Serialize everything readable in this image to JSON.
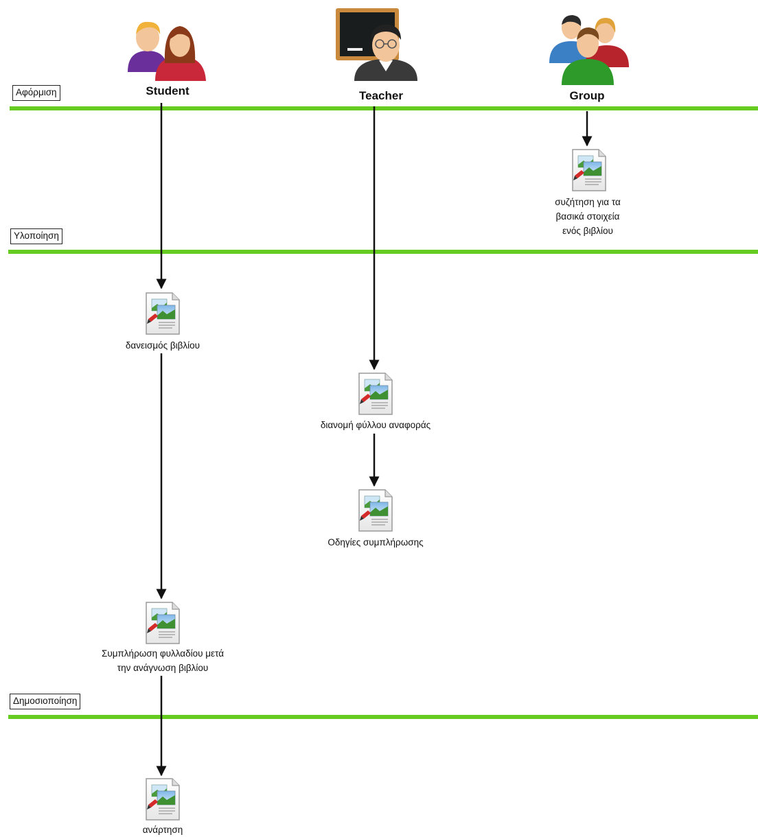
{
  "phases": [
    {
      "id": "phase-aform",
      "label": "Αφόρμιση"
    },
    {
      "id": "phase-ylop",
      "label": "Υλοποίηση"
    },
    {
      "id": "phase-dimos",
      "label": "Δημοσιοποίηση"
    }
  ],
  "actors": [
    {
      "id": "student",
      "label": "Student",
      "icon": "two-students-icon"
    },
    {
      "id": "teacher",
      "label": "Teacher",
      "icon": "teacher-blackboard-icon"
    },
    {
      "id": "group",
      "label": "Group",
      "icon": "group-people-icon"
    }
  ],
  "activities": [
    {
      "id": "act-discussion",
      "actor": "group",
      "lines": [
        "συζήτηση για τα",
        "βασικά στοιχεία",
        "ενός βιβλίου"
      ],
      "icon": "document-image-icon"
    },
    {
      "id": "act-borrow",
      "actor": "student",
      "lines": [
        "δανεισμός βιβλίου"
      ],
      "icon": "document-image-icon"
    },
    {
      "id": "act-distribute",
      "actor": "teacher",
      "lines": [
        "διανομή φύλλου αναφοράς"
      ],
      "icon": "document-image-icon"
    },
    {
      "id": "act-instructions",
      "actor": "teacher",
      "lines": [
        "Οδηγίες συμπλήρωσης"
      ],
      "icon": "document-image-icon"
    },
    {
      "id": "act-complete",
      "actor": "student",
      "lines": [
        "Συμπλήρωση φυλλαδίου μετά",
        "την ανάγνωση βιβλίου"
      ],
      "icon": "document-image-icon"
    },
    {
      "id": "act-post",
      "actor": "student",
      "lines": [
        "ανάρτηση"
      ],
      "icon": "document-image-icon"
    }
  ],
  "colors": {
    "phase_line": "#66cc22",
    "arrow": "#111111"
  }
}
